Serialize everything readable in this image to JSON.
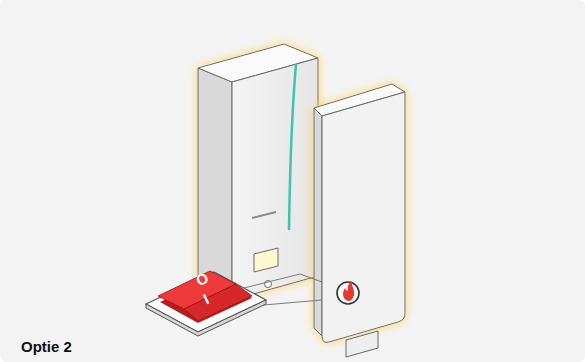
{
  "diagram": {
    "caption": "Optie 2",
    "labels": [
      "O",
      "I"
    ]
  }
}
